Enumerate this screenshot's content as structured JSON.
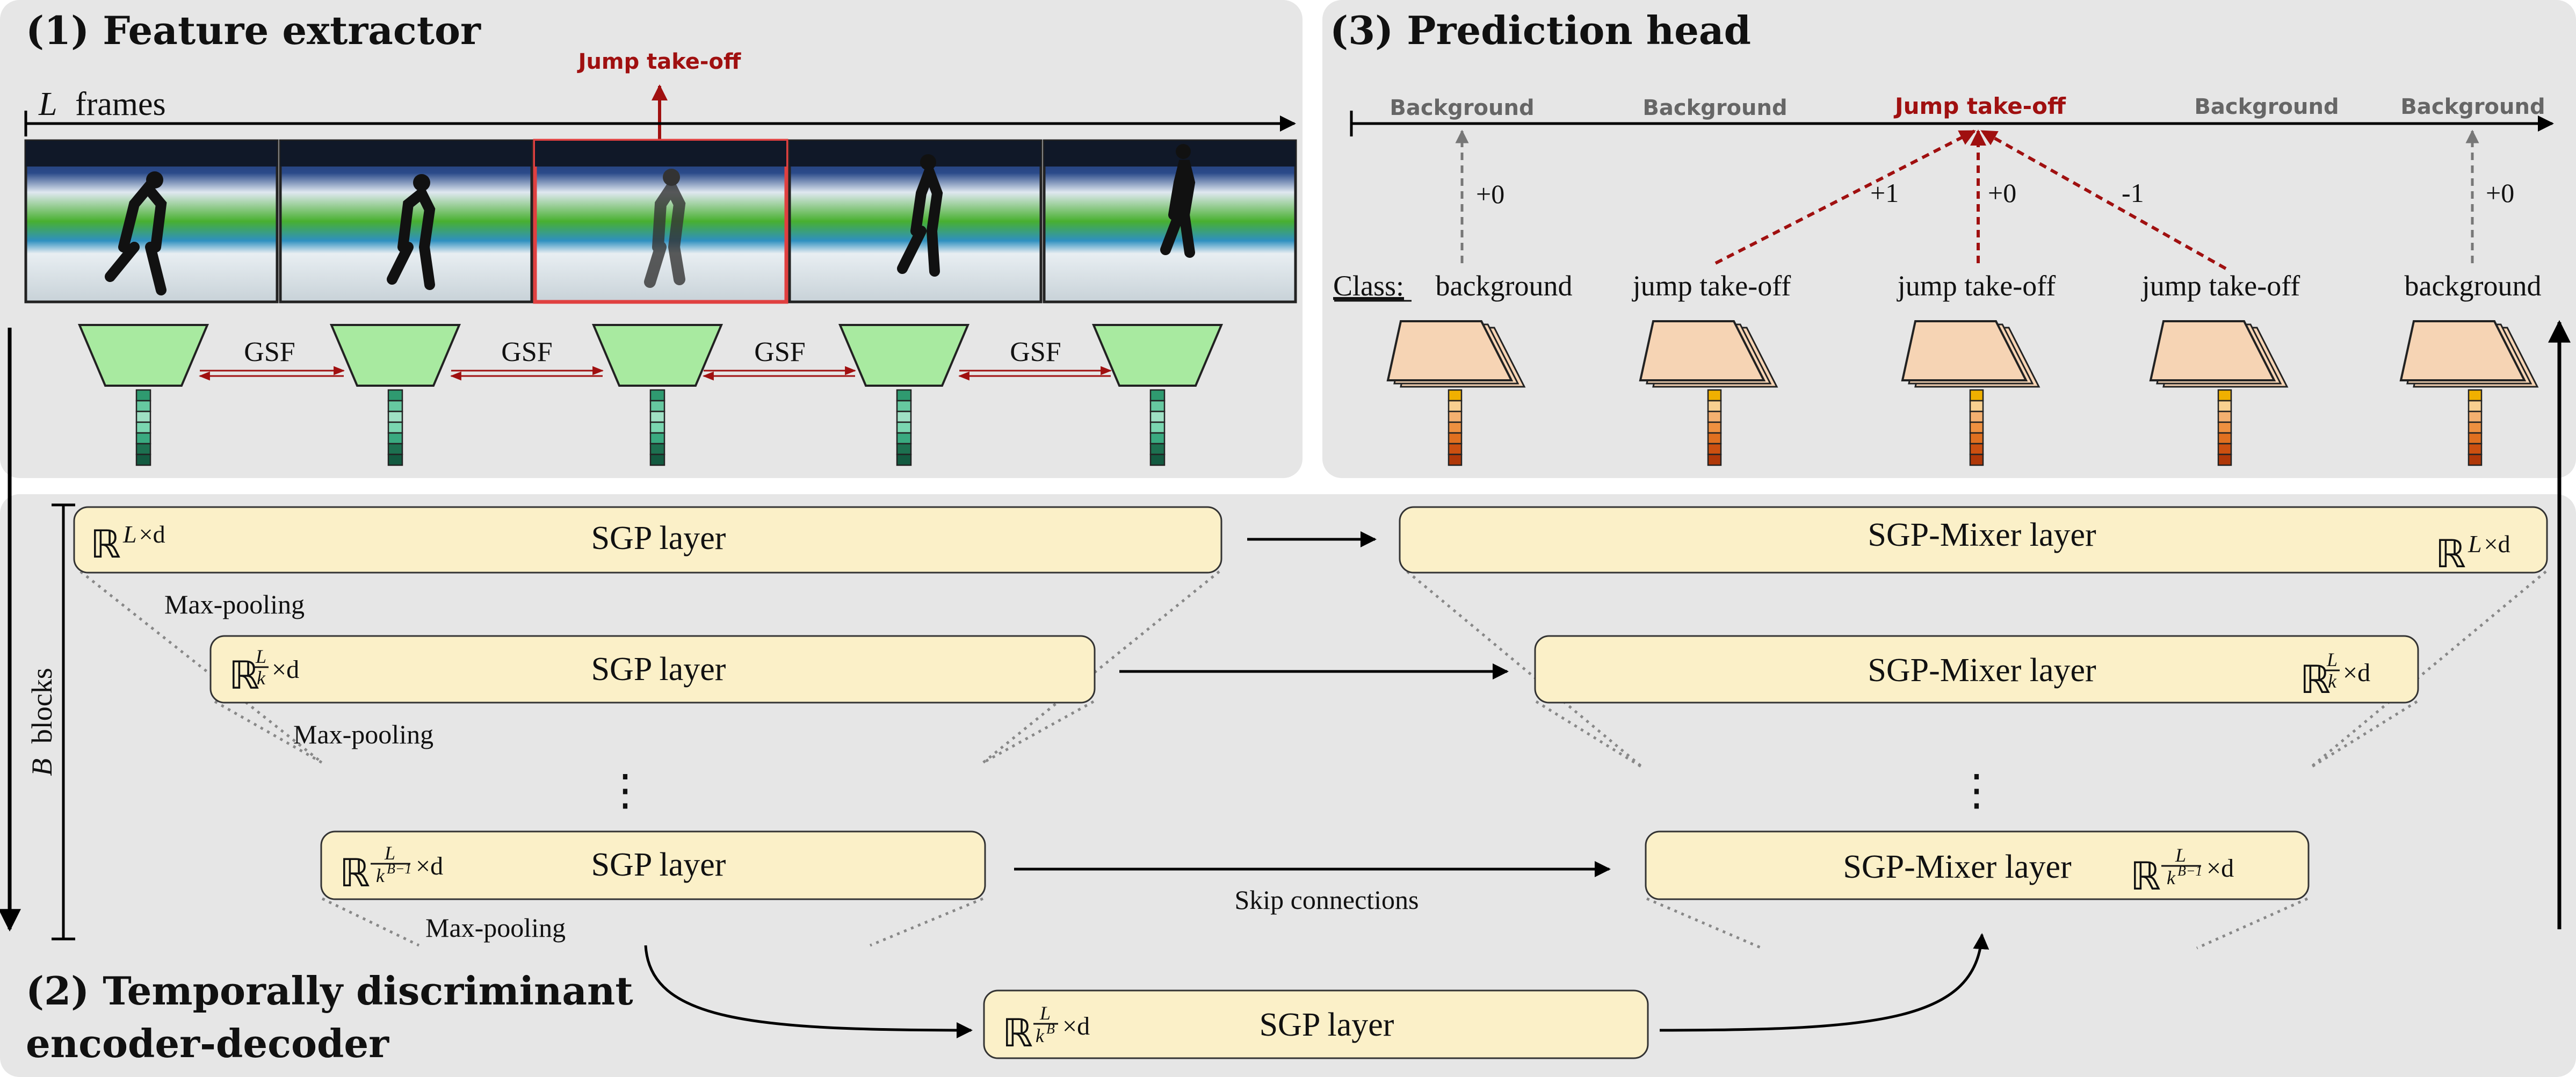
{
  "panel1": {
    "title": "(1) Feature extractor",
    "frames_var": "L",
    "frames_word": "frames",
    "jump_label": "Jump take-off",
    "gsf_label": "GSF"
  },
  "panel2": {
    "title_line1": "(2) Temporally discriminant",
    "title_line2": "encoder-decoder",
    "blocks_var": "B",
    "blocks_word": "blocks",
    "sgp_label": "SGP layer",
    "mixer_label": "SGP-Mixer layer",
    "maxpool_label": "Max-pooling",
    "skip_label": "Skip connections",
    "dim_symbol": "ℝ",
    "dim_L": "L",
    "dim_times_d": "×d",
    "dim_k": "k",
    "dim_B": "B",
    "dim_B_minus_1": "B−1",
    "ellipsis": "⋮"
  },
  "panel3": {
    "title": "(3) Prediction head",
    "class_label": "Class:",
    "timeline_labels": [
      "Background",
      "Background",
      "Jump take-off",
      "Background",
      "Background"
    ],
    "offsets": [
      "+0",
      "+1",
      "+0",
      "-1",
      "+0"
    ],
    "classes": [
      "background",
      "jump take-off",
      "jump take-off",
      "jump take-off",
      "background"
    ]
  },
  "colors": {
    "panel_bg": "#e6e6e6",
    "layer_fill": "#fbf0c8",
    "extractor_fill": "#a8eaa0",
    "head_fill": "#f6d4b4",
    "accent_red": "#a01010",
    "arrow_gray": "#777777"
  }
}
